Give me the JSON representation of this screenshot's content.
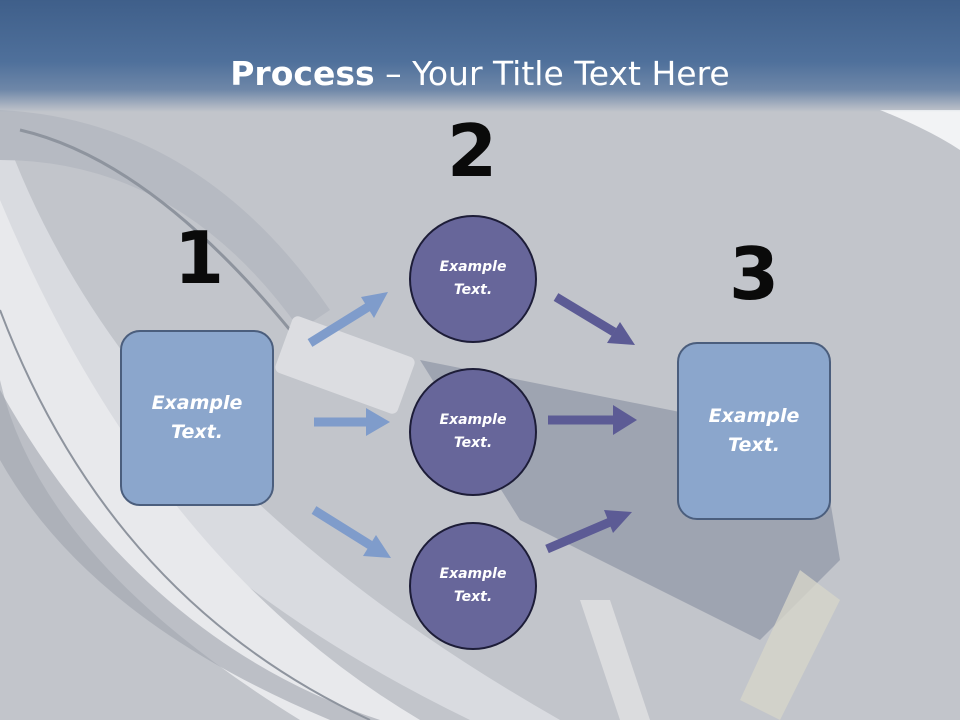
{
  "slide": {
    "title_bold": "Process",
    "title_rest": " – Your Title Text Here"
  },
  "steps": [
    {
      "number": "1",
      "box_text": "Example Text."
    },
    {
      "number": "2",
      "circles": [
        "Example Text.",
        "Example Text.",
        "Example Text."
      ]
    },
    {
      "number": "3",
      "box_text": "Example Text."
    }
  ],
  "colors": {
    "title_bar": "#4f709b",
    "box_fill": "#8ba6cc",
    "circle_fill": "#67669a",
    "arrow_light": "#7f9ccb",
    "arrow_dark": "#5c5b95"
  }
}
